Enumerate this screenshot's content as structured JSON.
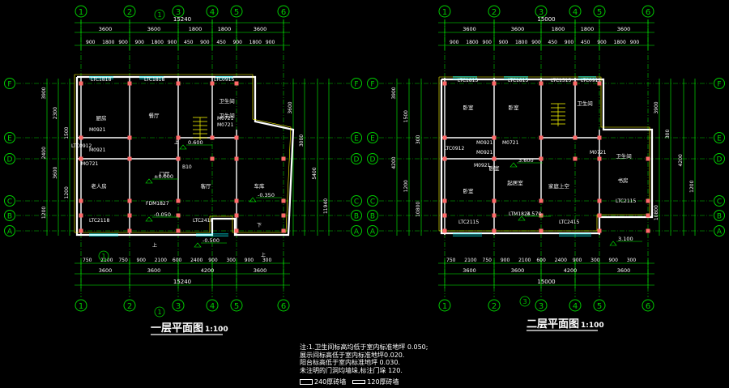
{
  "drawing": {
    "colors": {
      "background": "#000000",
      "axis": "#00cc00",
      "wall": "#ffffff",
      "dim": "#00ff00",
      "label": "#ffffff",
      "column": "#ff6a6a",
      "accent": "#ffff00",
      "window": "#00ffff"
    },
    "plans": [
      {
        "title": "一层平面图",
        "scale": "1:100",
        "axes_x": [
          "1",
          "2",
          "3",
          "4",
          "5",
          "6"
        ],
        "axes_y": [
          "F",
          "E",
          "D",
          "C",
          "B",
          "A"
        ],
        "top_total": "15240",
        "top_segments": [
          "3600",
          "3600",
          "1800",
          "1800",
          "3600"
        ],
        "bottom_segments": [
          "3600",
          "3600",
          "4200",
          "3600"
        ],
        "bottom_total": "15240",
        "sub_dims_top": [
          "900",
          "1800",
          "900",
          "900",
          "1800",
          "900",
          "450",
          "900",
          "450",
          "900",
          "1800",
          "900"
        ],
        "sub_dims_bottom": [
          "750",
          "2100",
          "750",
          "900",
          "2100",
          "600",
          "2400",
          "900",
          "300",
          "900",
          "300"
        ],
        "left_dims": [
          "3900",
          "2300",
          "1500",
          "2400",
          "3600",
          "1200",
          "1200"
        ],
        "right_dims": [
          "3600",
          "3000",
          "5400",
          "11940"
        ],
        "rooms": [
          "厨房",
          "餐厅",
          "卫生间",
          "老人房",
          "客厅",
          "车库",
          "门厅",
          "卫生间"
        ],
        "labels": [
          "LTC1818",
          "LTC1818",
          "LTC0915",
          "LTC0912",
          "LTC2118",
          "LTC2418",
          "FDM1827",
          "M0721",
          "M0921",
          "M0921",
          "MO721",
          "M0721",
          "B10",
          "上",
          "上",
          "上",
          "下",
          "AL箱"
        ],
        "elevations": [
          "±0.000",
          "-0.050",
          "-0.500",
          "-0.350",
          "0.600"
        ],
        "section_marks": [
          "1",
          "1",
          "1"
        ]
      },
      {
        "title": "二层平面图",
        "scale": "1:100",
        "axes_x": [
          "1",
          "2",
          "3",
          "4",
          "5",
          "6"
        ],
        "axes_y": [
          "F",
          "E",
          "D",
          "C",
          "B",
          "A"
        ],
        "top_total": "15000",
        "top_segments": [
          "3600",
          "3600",
          "1800",
          "1800",
          "3600"
        ],
        "bottom_segments": [
          "3600",
          "3600",
          "4200",
          "3600"
        ],
        "bottom_total": "15000",
        "sub_dims_top": [
          "900",
          "1800",
          "900",
          "900",
          "1800",
          "900",
          "450",
          "900",
          "450",
          "900",
          "1800",
          "900"
        ],
        "sub_dims_bottom": [
          "750",
          "2100",
          "750",
          "900",
          "2100",
          "600",
          "2400",
          "900",
          "300",
          "900",
          "300"
        ],
        "left_dims": [
          "3900",
          "1500",
          "300",
          "4200",
          "1200",
          "10800"
        ],
        "right_dims": [
          "3900",
          "300",
          "4200",
          "1200",
          "10800"
        ],
        "rooms": [
          "卧室",
          "卧室",
          "卫生间",
          "卧室",
          "起居室",
          "家庭上空",
          "书房",
          "卧室",
          "卫生间"
        ],
        "labels": [
          "LTC1815",
          "LTC1815",
          "LTC1515",
          "LTC0912",
          "LTC0912",
          "LTC2115",
          "LTC2415",
          "LTM1824",
          "LTC2115",
          "M0921",
          "M0921",
          "M0721",
          "M0921",
          "M0721"
        ],
        "elevations": [
          "3.600",
          "3.570",
          "3.100"
        ],
        "section_marks": [
          "3"
        ]
      }
    ],
    "notes": [
      "注:1.卫生间标高均低于室内标准地坪 0.050;",
      "    展示间标高低于室内标准地坪0.020.",
      "    阳台标高低于室内标准地坪 0.030.",
      "    未注明的门洞均墙垛,标注门垛 120."
    ],
    "legend": [
      {
        "label": "240厚砖墙"
      },
      {
        "label": "120厚砖墙"
      }
    ]
  }
}
